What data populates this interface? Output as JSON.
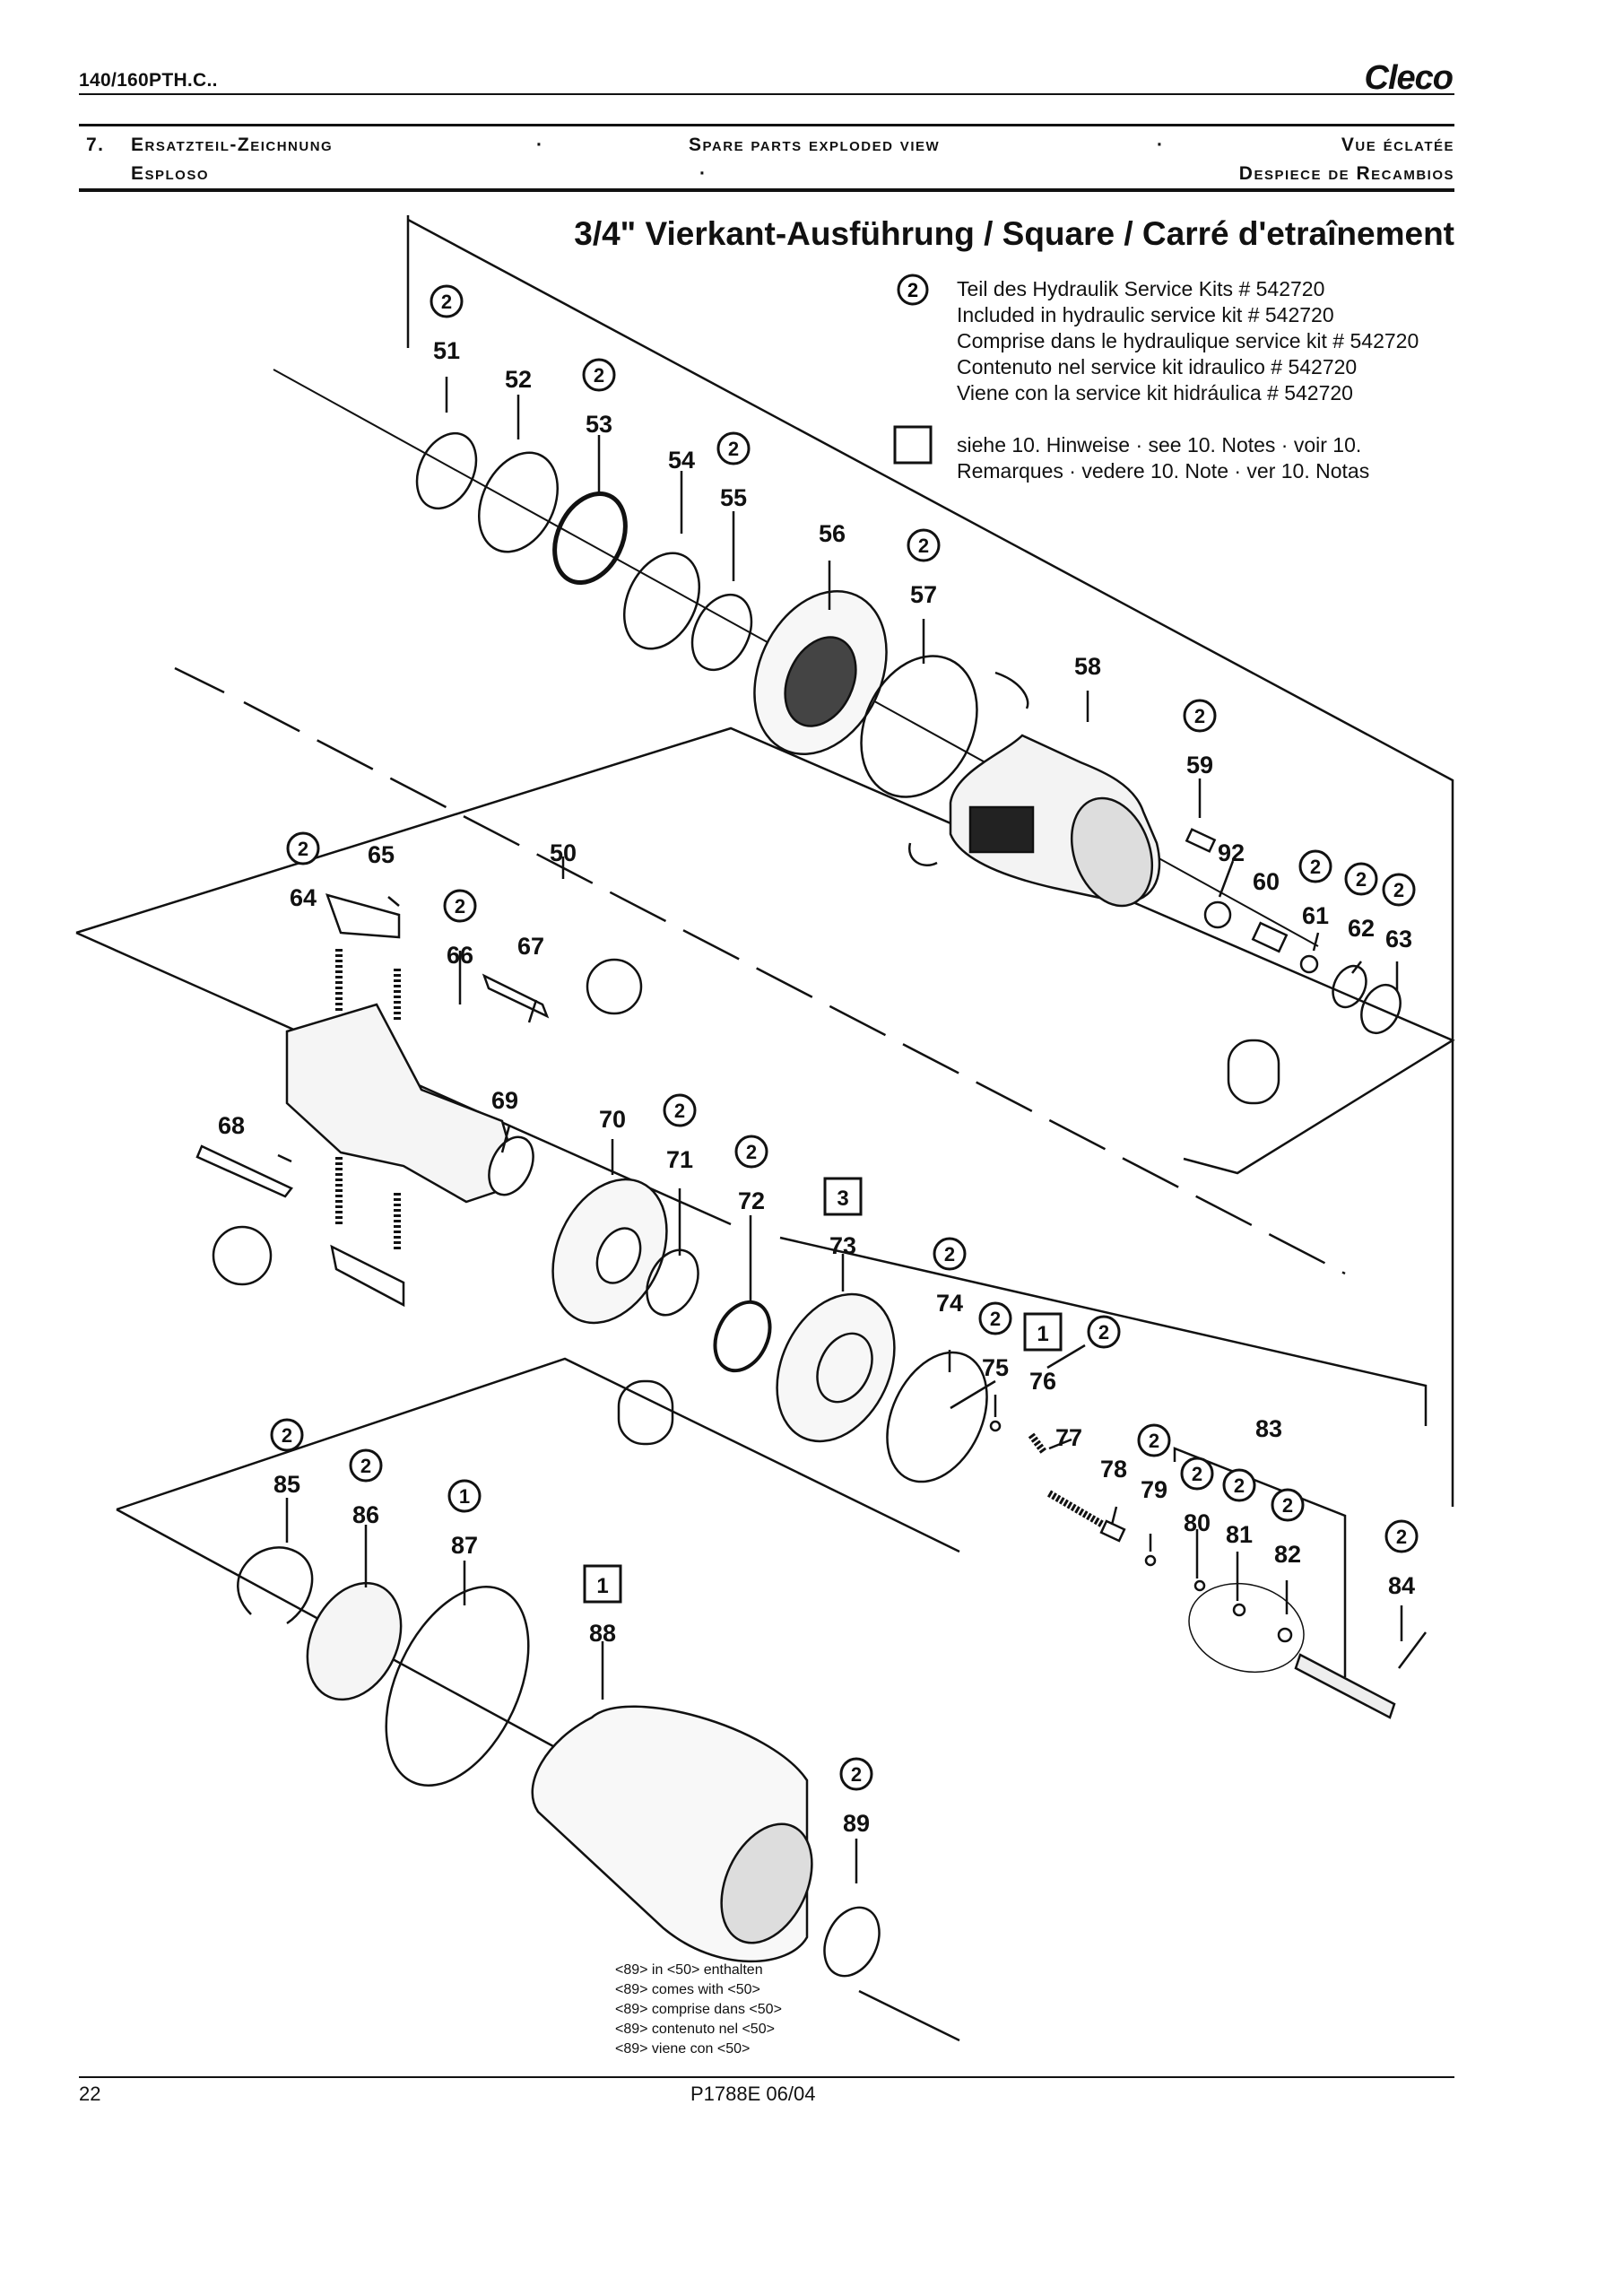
{
  "header": {
    "model": "140/160PTH.C..",
    "brand": "Cleco",
    "section_number": "7.",
    "titles": {
      "de": "Ersatzteil-Zeichnung",
      "en": "Spare parts exploded view",
      "fr": "Vue éclatée",
      "it": "Esploso",
      "es": "Despiece de Recambios"
    },
    "separator": "·"
  },
  "diagram": {
    "title": "3/4\" Vierkant-Ausführung / Square / Carré d'etraînement",
    "legend": {
      "kit_symbol": "2",
      "kit_lines": [
        "Teil des Hydraulik Service Kits # 542720",
        "Included in hydraulic service kit # 542720",
        "Comprise dans le hydraulique service kit # 542720",
        "Contenuto nel service kit idraulico # 542720",
        "Viene con la service kit hidráulica # 542720"
      ],
      "notes_lines": [
        "siehe 10. Hinweise  ·  see 10. Notes  ·  voir 10.",
        "Remarques  ·  vedere 10. Note  ·  ver 10. Notas"
      ]
    },
    "callouts": [
      {
        "num": "51",
        "kit": "2"
      },
      {
        "num": "52"
      },
      {
        "num": "53",
        "kit": "2"
      },
      {
        "num": "54"
      },
      {
        "num": "55",
        "kit": "2"
      },
      {
        "num": "56"
      },
      {
        "num": "57",
        "kit": "2"
      },
      {
        "num": "58"
      },
      {
        "num": "59",
        "kit": "2"
      },
      {
        "num": "92"
      },
      {
        "num": "60"
      },
      {
        "num": "61",
        "kit": "2"
      },
      {
        "num": "62",
        "kit": "2"
      },
      {
        "num": "63",
        "kit": "2"
      },
      {
        "num": "50"
      },
      {
        "num": "64",
        "kit": "2"
      },
      {
        "num": "65"
      },
      {
        "num": "66",
        "kit": "2"
      },
      {
        "num": "67"
      },
      {
        "num": "68"
      },
      {
        "num": "69"
      },
      {
        "num": "70"
      },
      {
        "num": "71",
        "kit": "2"
      },
      {
        "num": "72",
        "kit": "2"
      },
      {
        "num": "73",
        "note": "3"
      },
      {
        "num": "74",
        "kit": "2"
      },
      {
        "num": "75",
        "kit": "2"
      },
      {
        "num": "76",
        "note": "1",
        "kit": "2"
      },
      {
        "num": "77"
      },
      {
        "num": "78"
      },
      {
        "num": "79",
        "kit": "2"
      },
      {
        "num": "80",
        "kit": "2"
      },
      {
        "num": "81",
        "kit": "2"
      },
      {
        "num": "82",
        "kit": "2"
      },
      {
        "num": "83"
      },
      {
        "num": "84",
        "kit": "2"
      },
      {
        "num": "85",
        "kit": "2"
      },
      {
        "num": "86",
        "kit": "2"
      },
      {
        "num": "87",
        "kit": "1"
      },
      {
        "num": "88",
        "note": "1"
      },
      {
        "num": "89",
        "kit": "2"
      }
    ],
    "footnote_lines": [
      "<89> in <50> enthalten",
      "<89> comes with <50>",
      "<89> comprise dans <50>",
      "<89> contenuto nel <50>",
      "<89> viene con <50>"
    ]
  },
  "footer": {
    "page": "22",
    "doc": "P1788E  06/04"
  }
}
